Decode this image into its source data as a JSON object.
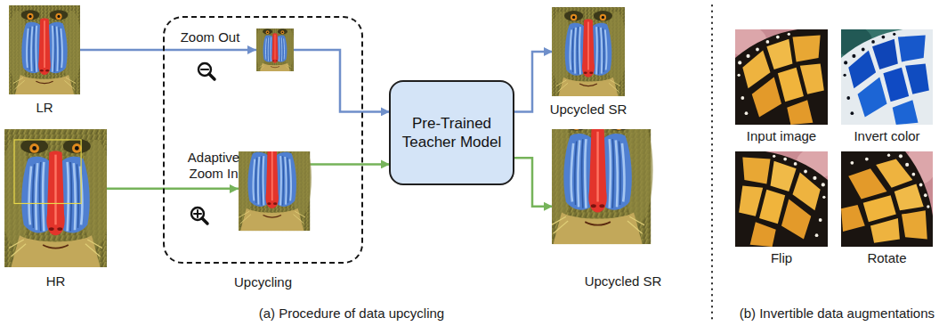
{
  "diagram": {
    "nodes": [
      {
        "text": [
          "LR"
        ]
      },
      {
        "text": [
          "HR"
        ]
      },
      {
        "text": [
          "Upcycling"
        ]
      },
      {
        "text": [
          "Pre-Trained Teacher Model"
        ]
      },
      {
        "text": [
          "Upcycled SR"
        ]
      },
      {
        "text": [
          "Upcycled SR"
        ]
      },
      {
        "text": [
          "Input image"
        ]
      },
      {
        "text": [
          "Invert color"
        ]
      },
      {
        "text": [
          "Flip"
        ]
      },
      {
        "text": [
          "Rotate"
        ]
      }
    ],
    "edges": [
      {
        "from": 0,
        "to": 3,
        "label": "Zoom Out",
        "arrow": "to"
      },
      {
        "from": 1,
        "to": 3,
        "label": "Adaptive Zoom In",
        "arrow": "to"
      },
      {
        "from": 3,
        "to": 4,
        "arrow": "to"
      },
      {
        "from": 3,
        "to": 5,
        "arrow": "to"
      }
    ],
    "labels": [
      "(a) Procedure of data upcycling",
      "(b) Invertible data augmentations"
    ]
  }
}
